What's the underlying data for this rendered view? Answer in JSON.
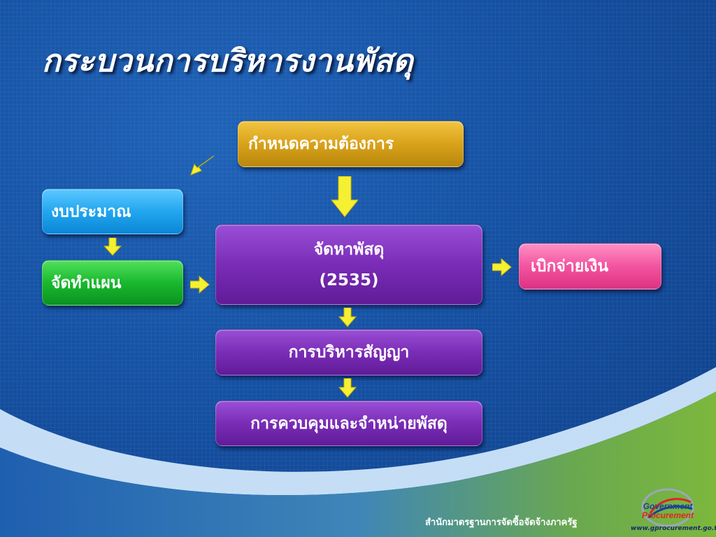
{
  "slide": {
    "title": "กระบวนการบริหารงานพัสดุ",
    "nodes": {
      "define_needs": "กำหนดความต้องการ",
      "budget": "งบประมาณ",
      "plan": "จัดทำแผน",
      "procurement": "จัดหาพัสดุ",
      "procurement_year": "(2535)",
      "disbursement": "เบิกจ่ายเงิน",
      "contract_mgmt": "การบริหารสัญญา",
      "control_disposal": "การควบคุมและจำหน่ายพัสดุ"
    },
    "footer": {
      "organization": "สำนักมาตรฐานการจัดซื้อจัดจ้างภาครัฐ",
      "logo_text_top": "Government",
      "logo_text_bottom": "Procurement",
      "website": "www.gprocurement.go.th"
    }
  },
  "colors": {
    "background": "#1551a3",
    "arrow": "#f5f032",
    "gold_box": "#d9a21b",
    "blue_box": "#22a6ef",
    "green_box": "#19b82e",
    "purple_box": "#7a2cb6",
    "pink_box": "#f2549f"
  }
}
